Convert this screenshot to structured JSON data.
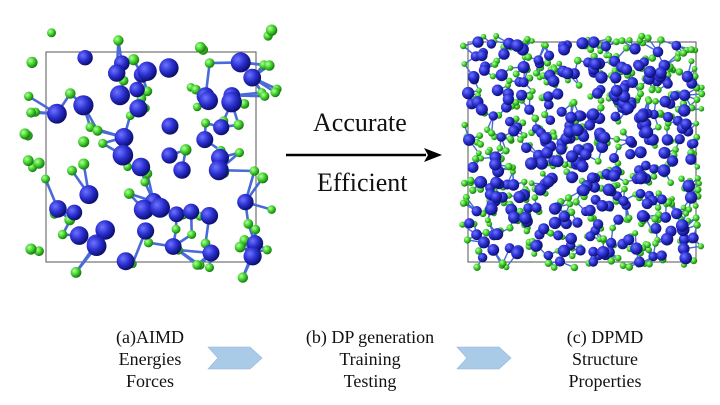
{
  "arrow": {
    "top_label": "Accurate",
    "bottom_label": "Efficient"
  },
  "stages": [
    {
      "title": "(a)AIMD",
      "line1": "Energies",
      "line2": "Forces"
    },
    {
      "title": "(b) DP generation",
      "line1": "Training",
      "line2": "Testing"
    },
    {
      "title": "(c) DPMD",
      "line1": "Structure",
      "line2": "Properties"
    }
  ],
  "colors": {
    "blue_atom": "#2a2fd0",
    "green_atom": "#3fd12c",
    "chevron": "#a9cbe8",
    "box": "#555555"
  }
}
